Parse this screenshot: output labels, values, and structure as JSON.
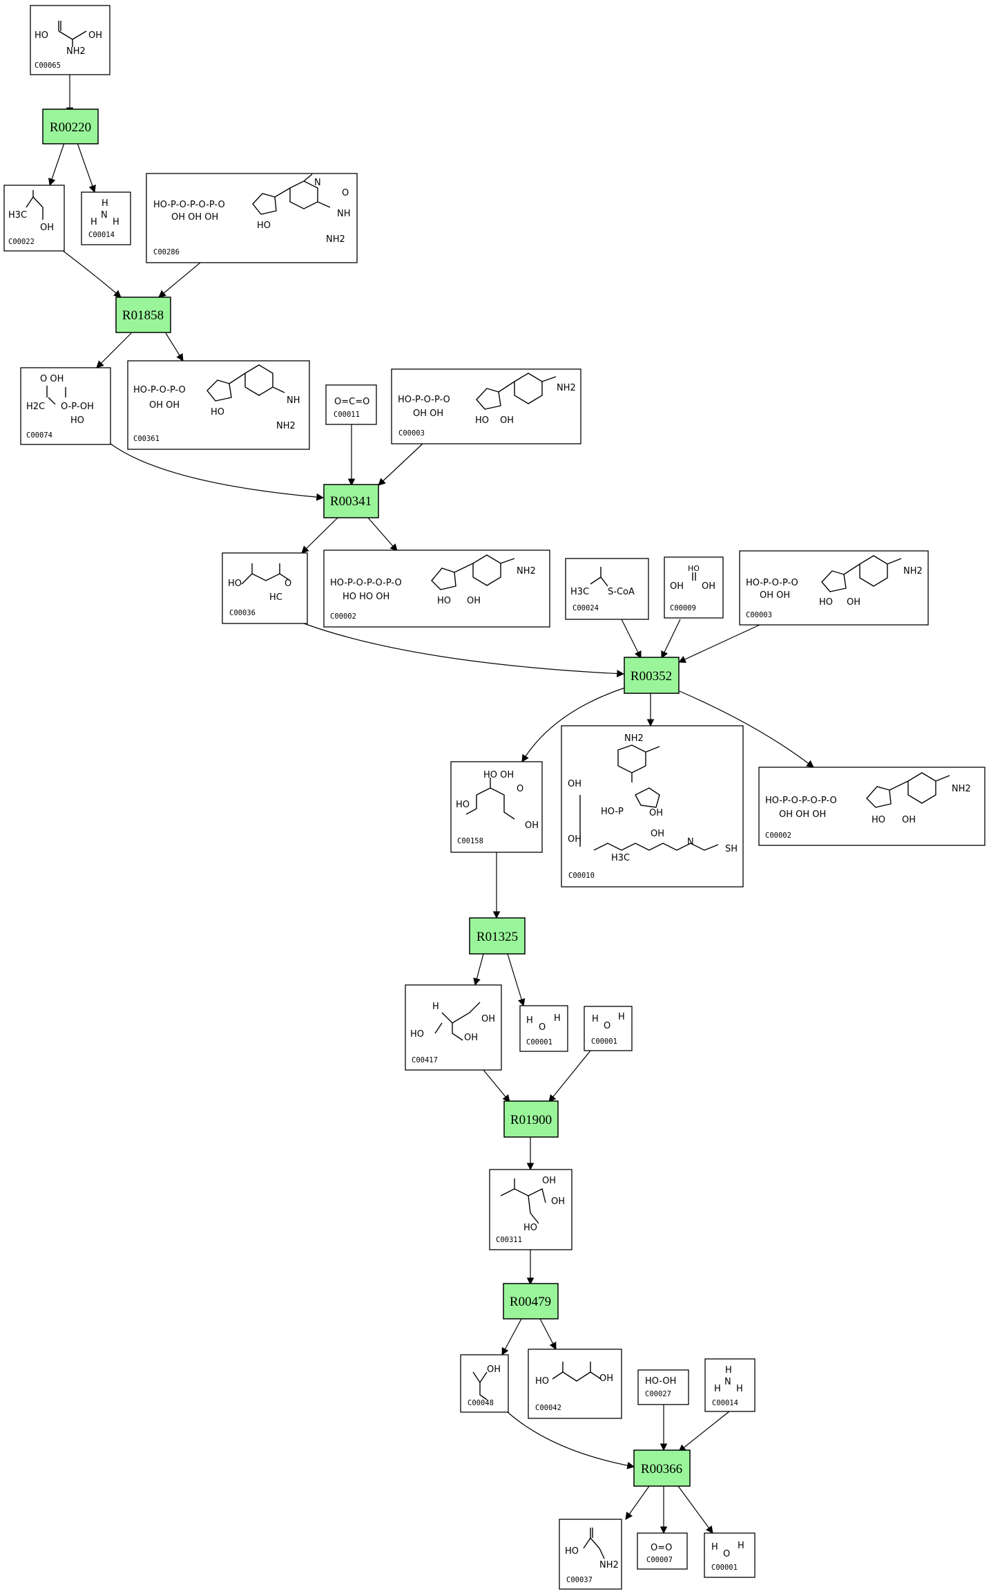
{
  "reactions": [
    {
      "id": "R00220"
    },
    {
      "id": "R01858"
    },
    {
      "id": "R00341"
    },
    {
      "id": "R00352"
    },
    {
      "id": "R01325"
    },
    {
      "id": "R01900"
    },
    {
      "id": "R00479"
    },
    {
      "id": "R00366"
    }
  ],
  "compounds": {
    "c00065": {
      "id": "C00065",
      "labels": [
        "HO",
        "OH",
        "NH2"
      ]
    },
    "c00022": {
      "id": "C00022",
      "labels": [
        "H3C",
        "OH"
      ]
    },
    "c00014a": {
      "id": "C00014",
      "labels": [
        "H",
        "N",
        "H",
        "H"
      ]
    },
    "c00286": {
      "id": "C00286",
      "labels": [
        "HO-P-O-P-O-P-O",
        "OH OH OH",
        "HO",
        "NH",
        "NH2",
        "N",
        "O"
      ]
    },
    "c00074": {
      "id": "C00074",
      "labels": [
        "O OH",
        "H2C",
        "O-P-OH",
        "HO"
      ]
    },
    "c00361": {
      "id": "C00361",
      "labels": [
        "HO-P-O-P-O",
        "OH OH",
        "HO",
        "NH",
        "NH2"
      ]
    },
    "c00011": {
      "id": "C00011",
      "labels": [
        "O=C=O"
      ]
    },
    "c00003a": {
      "id": "C00003",
      "labels": [
        "HO-P-O-P-O",
        "OH OH",
        "HO",
        "OH",
        "NH2"
      ]
    },
    "c00036": {
      "id": "C00036",
      "labels": [
        "HO",
        "O",
        "HC"
      ]
    },
    "c00002a": {
      "id": "C00002",
      "labels": [
        "HO-P-O-P-O-P-O",
        "HO HO OH",
        "HO",
        "OH",
        "NH2"
      ]
    },
    "c00024": {
      "id": "C00024",
      "labels": [
        "H3C",
        "S-CoA"
      ]
    },
    "c00009": {
      "id": "C00009",
      "labels": [
        "HO",
        "OH",
        "OH"
      ]
    },
    "c00003b": {
      "id": "C00003",
      "labels": [
        "HO-P-O-P-O",
        "OH OH",
        "HO",
        "OH",
        "NH2"
      ]
    },
    "c00158": {
      "id": "C00158",
      "labels": [
        "HO OH",
        "HO",
        "OH",
        "O"
      ]
    },
    "c00010": {
      "id": "C00010",
      "labels": [
        "NH2",
        "OH",
        "HO-P",
        "OH",
        "H3C",
        "OH",
        "N",
        "SH",
        "OH"
      ]
    },
    "c00002b": {
      "id": "C00002",
      "labels": [
        "HO-P-O-P-O-P-O",
        "OH OH OH",
        "HO",
        "OH",
        "NH2"
      ]
    },
    "c00417": {
      "id": "C00417",
      "labels": [
        "H",
        "OH",
        "HO",
        "OH"
      ]
    },
    "c00001a": {
      "id": "C00001",
      "labels": [
        "H",
        "O",
        "H"
      ]
    },
    "c00001b": {
      "id": "C00001",
      "labels": [
        "H",
        "O",
        "H"
      ]
    },
    "c00311": {
      "id": "C00311",
      "labels": [
        "OH",
        "OH",
        "HO"
      ]
    },
    "c00048": {
      "id": "C00048",
      "labels": [
        "OH"
      ]
    },
    "c00042": {
      "id": "C00042",
      "labels": [
        "HO",
        "OH"
      ]
    },
    "c00027": {
      "id": "C00027",
      "labels": [
        "HO-OH"
      ]
    },
    "c00014b": {
      "id": "C00014",
      "labels": [
        "H",
        "N",
        "H",
        "H"
      ]
    },
    "c00037": {
      "id": "C00037",
      "labels": [
        "HO",
        "NH2"
      ]
    },
    "c00007": {
      "id": "C00007",
      "labels": [
        "O=O"
      ]
    },
    "c00001c": {
      "id": "C00001",
      "labels": [
        "H",
        "O",
        "H"
      ]
    }
  },
  "colors": {
    "reaction_fill": "#9af59a",
    "compound_fill": "#ffffff",
    "stroke": "#000000"
  }
}
